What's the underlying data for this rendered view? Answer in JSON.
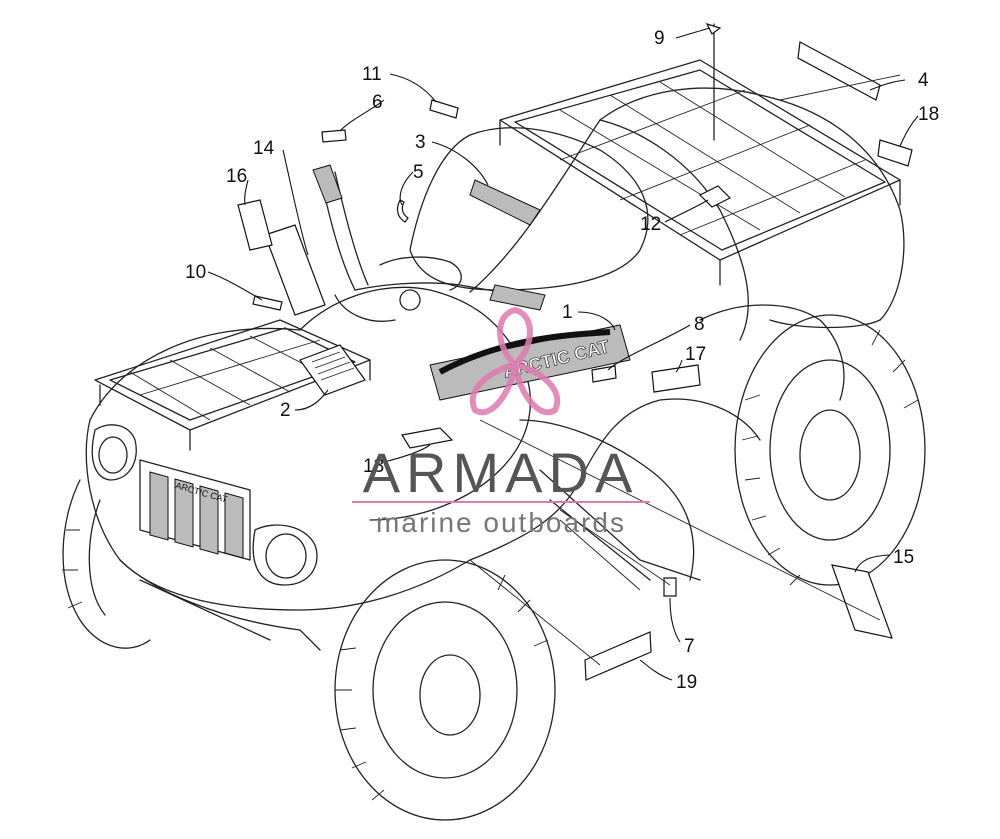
{
  "diagram": {
    "callouts": [
      {
        "id": "c1",
        "label": "1"
      },
      {
        "id": "c2",
        "label": "2"
      },
      {
        "id": "c3",
        "label": "3"
      },
      {
        "id": "c4",
        "label": "4"
      },
      {
        "id": "c5",
        "label": "5"
      },
      {
        "id": "c6",
        "label": "6"
      },
      {
        "id": "c7",
        "label": "7"
      },
      {
        "id": "c8",
        "label": "8"
      },
      {
        "id": "c9",
        "label": "9"
      },
      {
        "id": "c10",
        "label": "10"
      },
      {
        "id": "c11",
        "label": "11"
      },
      {
        "id": "c12",
        "label": "12"
      },
      {
        "id": "c13",
        "label": "13"
      },
      {
        "id": "c14",
        "label": "14"
      },
      {
        "id": "c15",
        "label": "15"
      },
      {
        "id": "c16",
        "label": "16"
      },
      {
        "id": "c17",
        "label": "17"
      },
      {
        "id": "c18",
        "label": "18"
      },
      {
        "id": "c19",
        "label": "19"
      }
    ],
    "decal_text": {
      "brand_decal": "ARCTIC CAT",
      "grille_badge": "ARCTIC CAT"
    }
  },
  "watermark": {
    "title": "ARMADA",
    "subtitle": "marine outboards",
    "accent_color": "#e07ab0"
  }
}
